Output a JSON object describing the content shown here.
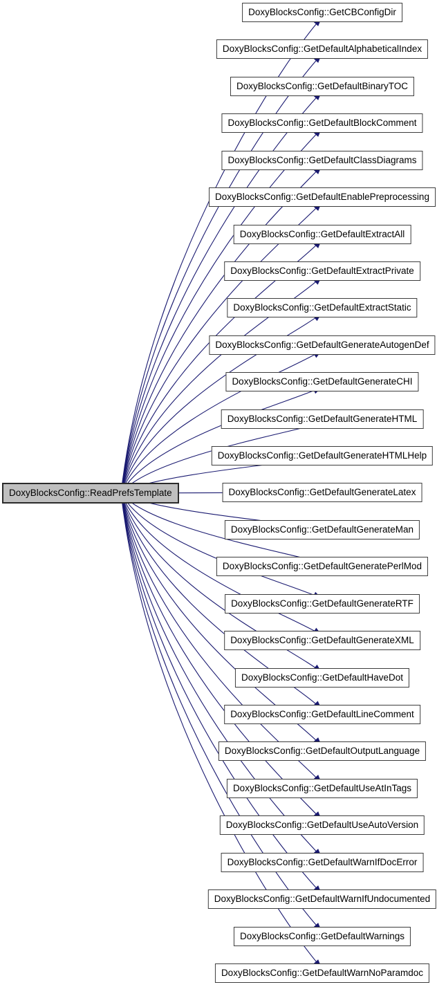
{
  "graph": {
    "caller": "DoxyBlocksConfig::ReadPrefsTemplate",
    "callees": [
      "DoxyBlocksConfig::GetCBConfigDir",
      "DoxyBlocksConfig::GetDefaultAlphabeticalIndex",
      "DoxyBlocksConfig::GetDefaultBinaryTOC",
      "DoxyBlocksConfig::GetDefaultBlockComment",
      "DoxyBlocksConfig::GetDefaultClassDiagrams",
      "DoxyBlocksConfig::GetDefaultEnablePreprocessing",
      "DoxyBlocksConfig::GetDefaultExtractAll",
      "DoxyBlocksConfig::GetDefaultExtractPrivate",
      "DoxyBlocksConfig::GetDefaultExtractStatic",
      "DoxyBlocksConfig::GetDefaultGenerateAutogenDef",
      "DoxyBlocksConfig::GetDefaultGenerateCHI",
      "DoxyBlocksConfig::GetDefaultGenerateHTML",
      "DoxyBlocksConfig::GetDefaultGenerateHTMLHelp",
      "DoxyBlocksConfig::GetDefaultGenerateLatex",
      "DoxyBlocksConfig::GetDefaultGenerateMan",
      "DoxyBlocksConfig::GetDefaultGeneratePerlMod",
      "DoxyBlocksConfig::GetDefaultGenerateRTF",
      "DoxyBlocksConfig::GetDefaultGenerateXML",
      "DoxyBlocksConfig::GetDefaultHaveDot",
      "DoxyBlocksConfig::GetDefaultLineComment",
      "DoxyBlocksConfig::GetDefaultOutputLanguage",
      "DoxyBlocksConfig::GetDefaultUseAtInTags",
      "DoxyBlocksConfig::GetDefaultUseAutoVersion",
      "DoxyBlocksConfig::GetDefaultWarnIfDocError",
      "DoxyBlocksConfig::GetDefaultWarnIfUndocumented",
      "DoxyBlocksConfig::GetDefaultWarnings",
      "DoxyBlocksConfig::GetDefaultWarnNoParamdoc"
    ],
    "colors": {
      "edge": "#191970",
      "caller_fill": "#bfbfbf",
      "node_border": "#3c3c3c",
      "background": "#ffffff"
    }
  }
}
